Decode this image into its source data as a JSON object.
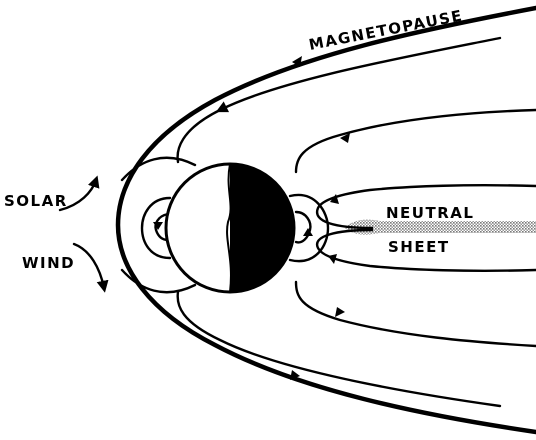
{
  "labels": {
    "magnetopause": "MAGNETOPAUSE",
    "solar": "SOLAR",
    "wind": "WIND",
    "neutral": "NEUTRAL",
    "sheet": "SHEET"
  },
  "colors": {
    "ink": "#000000",
    "background": "#ffffff",
    "neutral_sheet_fill": "#9a9a9a"
  }
}
